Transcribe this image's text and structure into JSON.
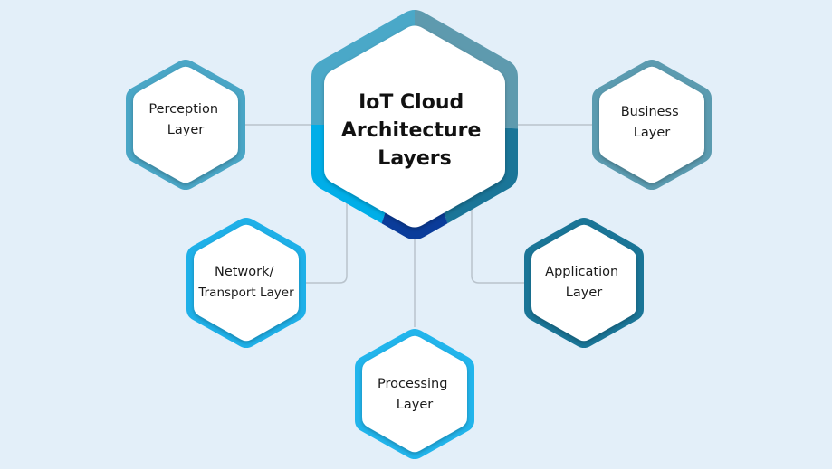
{
  "title": {
    "lines": [
      "IoT Cloud",
      "Architecture",
      "Layers"
    ]
  },
  "center_colors": {
    "top_left": "#4aa8c8",
    "top_right": "#5e9aae",
    "bottom_left": "#00aee8",
    "bottom": "#0a3c9a",
    "bottom_right": "#1a7598"
  },
  "background": "#e3eff9",
  "connector_color": "#b9c3cc",
  "nodes": [
    {
      "id": "perception",
      "lines": [
        "Perception",
        "Layer"
      ],
      "color": "#4aa6c6"
    },
    {
      "id": "business",
      "lines": [
        "Business",
        "Layer"
      ],
      "color": "#5b9bb0"
    },
    {
      "id": "network",
      "lines": [
        "Network/",
        "Transport Layer"
      ],
      "color": "#1fb0e8"
    },
    {
      "id": "application",
      "lines": [
        "Application",
        "Layer"
      ],
      "color": "#1a7597"
    },
    {
      "id": "processing",
      "lines": [
        "Processing",
        "Layer"
      ],
      "color": "#22b5ec"
    }
  ]
}
